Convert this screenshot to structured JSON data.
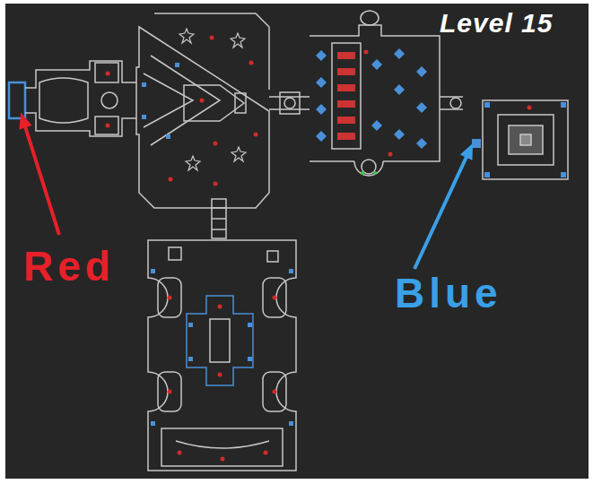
{
  "diagram": {
    "title": "Level 15",
    "labels": [
      "Red",
      "Blue"
    ]
  }
}
